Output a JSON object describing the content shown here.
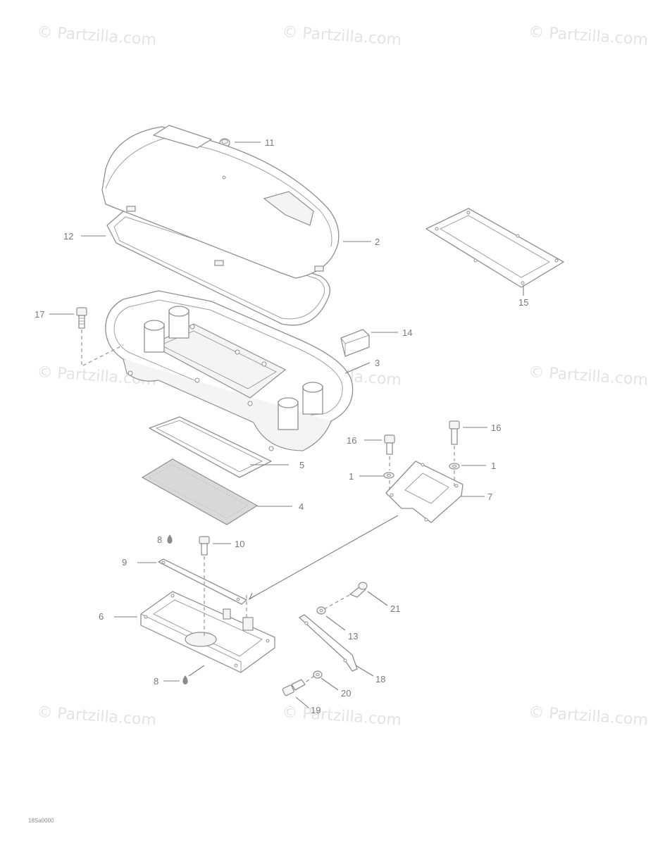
{
  "watermark": "© Partzilla.com",
  "drawing_code": "18Sa0000",
  "callouts": [
    "11",
    "2",
    "12",
    "15",
    "17",
    "14",
    "3",
    "16",
    "16",
    "5",
    "1",
    "1",
    "7",
    "4",
    "8",
    "10",
    "9",
    "21",
    "6",
    "13",
    "18",
    "8",
    "20",
    "19"
  ]
}
